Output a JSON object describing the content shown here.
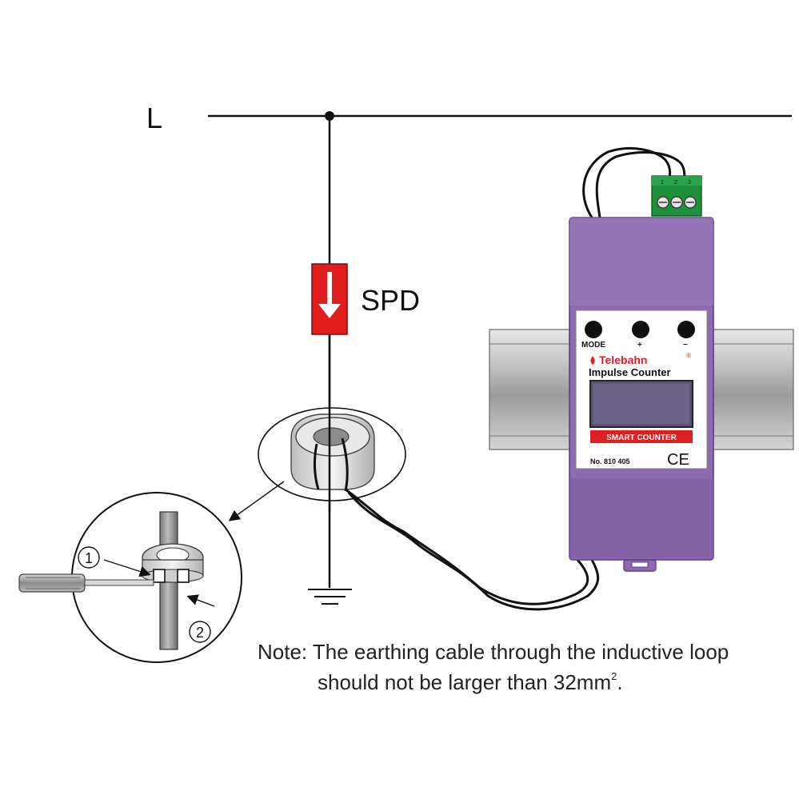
{
  "labels": {
    "line": "L",
    "spd": "SPD",
    "step1": "1",
    "step2": "2"
  },
  "device": {
    "brand": "Telebahn",
    "registered": "®",
    "title": "Impulse Counter",
    "banner": "SMART COUNTER",
    "model_number": "No. 810 405",
    "ce_mark": "CE",
    "buttons": [
      {
        "label": "MODE"
      },
      {
        "label": "+"
      },
      {
        "label": "−"
      }
    ],
    "terminals": [
      "1",
      "2",
      "3"
    ],
    "colors": {
      "housing": "#8e6bb0",
      "housing_dark": "#6f4f92",
      "banner": "#e02020",
      "display": "#5c5476",
      "terminal_block": "#1e8f3a"
    }
  },
  "note": {
    "line1": "Note: The earthing cable through the inductive loop",
    "line2": "should not be larger than 32mm",
    "superscript": "2",
    "line2_end": "."
  },
  "colors": {
    "spd_red": "#e21d1d",
    "wire": "#111111",
    "rail": "#a8a8a8"
  }
}
